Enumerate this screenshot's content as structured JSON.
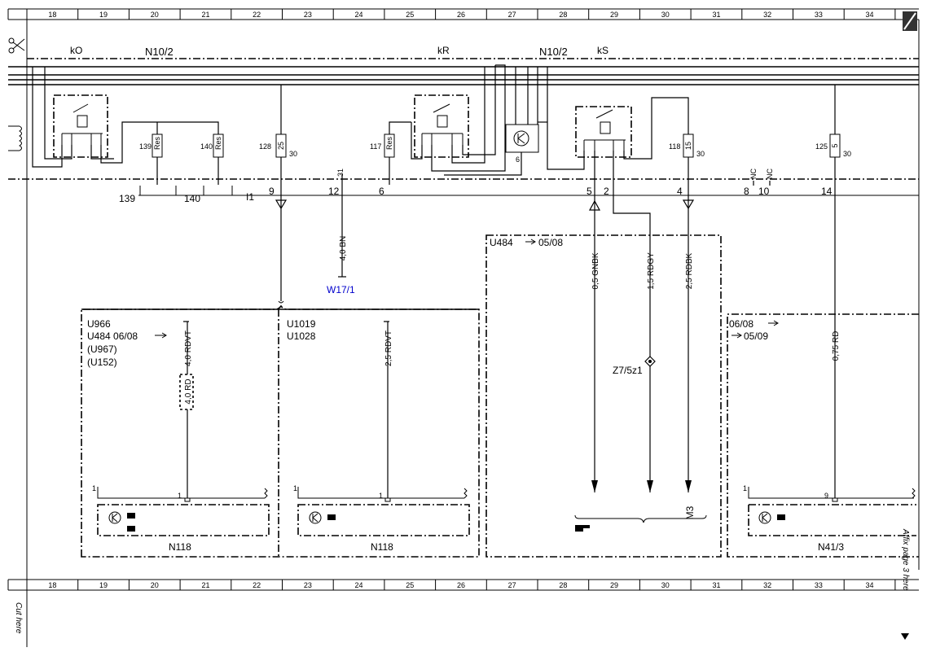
{
  "grid": {
    "columns": [
      "18",
      "19",
      "20",
      "21",
      "22",
      "23",
      "24",
      "25",
      "26",
      "27",
      "28",
      "29",
      "30",
      "31",
      "32",
      "33",
      "34"
    ]
  },
  "header": {
    "ko": "kO",
    "n10_2_left": "N10/2",
    "kr": "kR",
    "n10_2_right": "N10/2",
    "ks": "kS"
  },
  "components": {
    "res_139": "139",
    "res_140": "140",
    "res_label": "Res",
    "fuse_128": "128",
    "fuse_128_rating": "25",
    "fuse_128_amp": "30",
    "fuse_117": "117",
    "relay_6": "6",
    "fuse_118": "118",
    "fuse_118_rating": "15",
    "fuse_118_amp": "30",
    "fuse_125": "125",
    "fuse_125_rating": "5",
    "fuse_125_amp": "30",
    "nc1": "NC",
    "nc2": "NC",
    "pin31": "31"
  },
  "connector": {
    "name": "I1",
    "pins": [
      "9",
      "12",
      "6",
      "5",
      "2",
      "4",
      "8",
      "10",
      "14"
    ],
    "bracket_139": "139",
    "bracket_140": "140"
  },
  "wires": {
    "w_4_0_bn": "4,0 BN",
    "w17_1": "W17/1",
    "w_4_0_rdvt": "4,0 RDVT",
    "w_4_0_rd": "4,0 RD",
    "w_2_5_rdvt": "2,5 RDVT",
    "w_0_5_gnbk": "0,5 GNBK",
    "w_1_5_rdgy": "1,5 RDGY",
    "w_2_5_rdbk": "2,5 RDBK",
    "w_0_75_rd": "0,75 RD",
    "z7_5z1": "Z7/5z1",
    "m3": "M3"
  },
  "boxes": {
    "left_variants": [
      "U966",
      "U484 06/08",
      "(U967)",
      "(U152)"
    ],
    "mid_variants": [
      "U1019",
      "U1028"
    ],
    "u484_title": "U484",
    "u484_date": "05/08",
    "right_from": "06/08",
    "right_to": "05/09"
  },
  "modules": {
    "n118_a": "N118",
    "n118_b": "N118",
    "n41_3": "N41/3",
    "pin_1": "1",
    "pin_9": "9"
  },
  "footer": {
    "cut_here": "Cut here",
    "affix": "Affix page 3 here"
  }
}
